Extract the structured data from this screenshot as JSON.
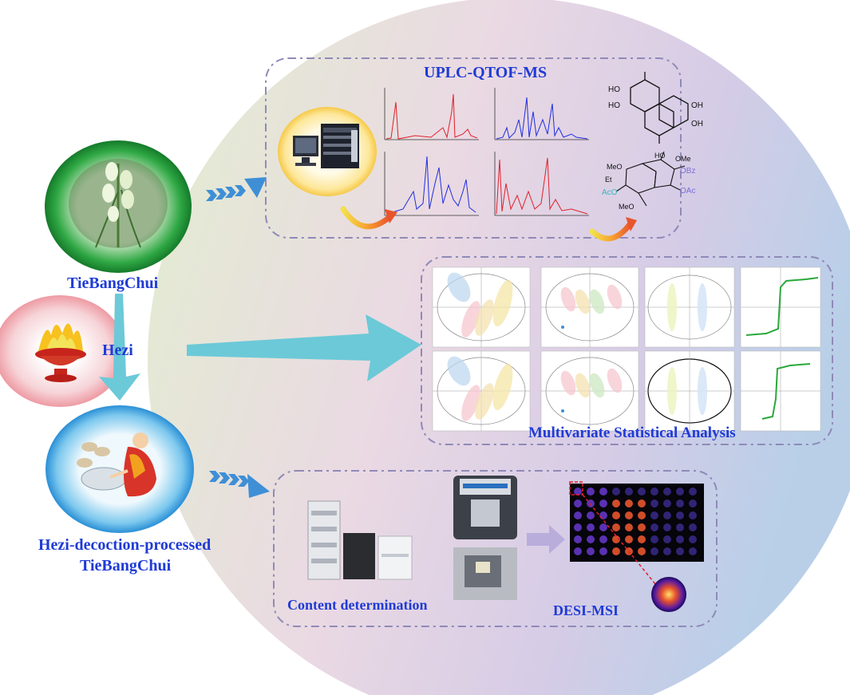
{
  "labels": {
    "tiebangchui": "TieBangChui",
    "hezi": "Hezi",
    "processed_line1": "Hezi-decoction-processed",
    "processed_line2": "TieBangChui",
    "uplc": "UPLC-QTOF-MS",
    "multivariate": "Multivariate Statistical Analysis",
    "content": "Content determination",
    "desi": "DESI-MSI"
  },
  "molecule_labels": {
    "ho_left_top": "HO",
    "ho_left_bottom": "HO",
    "oh_right_top": "OH",
    "oh_right_bottom": "OH",
    "ome": "OMe",
    "obz": "OBz",
    "oac": "OAc",
    "aco": "AcO",
    "meo_top": "MeO",
    "meo_bottom": "MeO",
    "et": "Et",
    "ho": "HO"
  },
  "colors": {
    "label_blue": "#1f3bd6",
    "arrow_teal": "#6cc9d8",
    "arrow_blue": "#3f8fd6",
    "panel_border": "#8f8ab8",
    "chrom_blue": "#1f2ee0",
    "chrom_red": "#e0202a",
    "plot_green": "#2aa83a"
  },
  "icons": {
    "plant": "plant-photo-icon",
    "flame_bowl": "flame-bowl-icon",
    "monk": "monk-processing-icon",
    "instrument": "mass-spectrometer-icon",
    "hplc": "hplc-instrument-icon"
  }
}
